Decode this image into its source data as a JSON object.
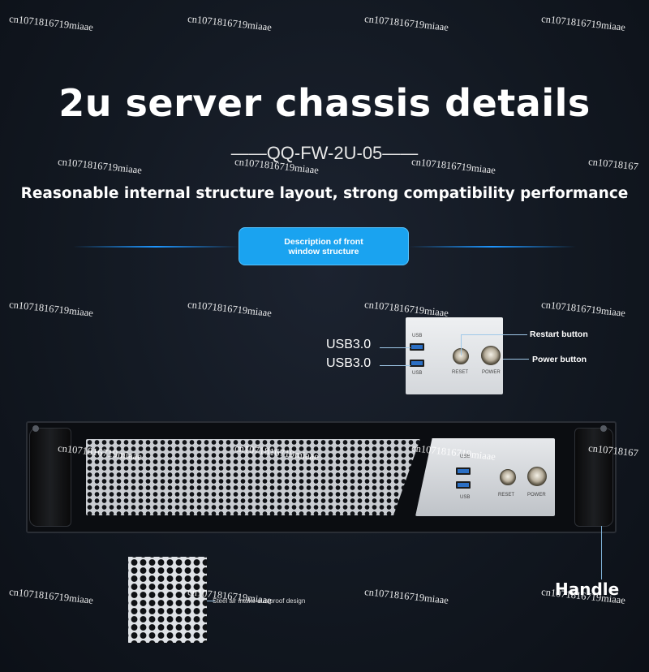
{
  "header": {
    "title": "2u server chassis details",
    "model": "——QQ-FW-2U-05——",
    "subtitle": "Reasonable internal structure layout, strong compatibility performance"
  },
  "section": {
    "pill_label": "Description of front window structure"
  },
  "detail_callouts": {
    "usb_1": "USB3.0",
    "usb_2": "USB3.0",
    "restart": "Restart button",
    "power": "Power button",
    "panel_usb_top": "USB",
    "panel_usb_bottom": "USB",
    "panel_reset": "RESET",
    "panel_power": "POWER"
  },
  "front_panel": {
    "usb_top": "USB",
    "usb_bottom": "USB",
    "reset": "RESET",
    "power": "POWER"
  },
  "bottom": {
    "dust_label": "Steel air intake dustproof design",
    "handle_label": "Handle"
  },
  "watermark": "cn1071816719miaae",
  "watermark_partial": "cn10718167",
  "colors": {
    "background": "#121821",
    "accent_blue": "#1aa3f0",
    "usb_blue": "#2b6fc4"
  }
}
